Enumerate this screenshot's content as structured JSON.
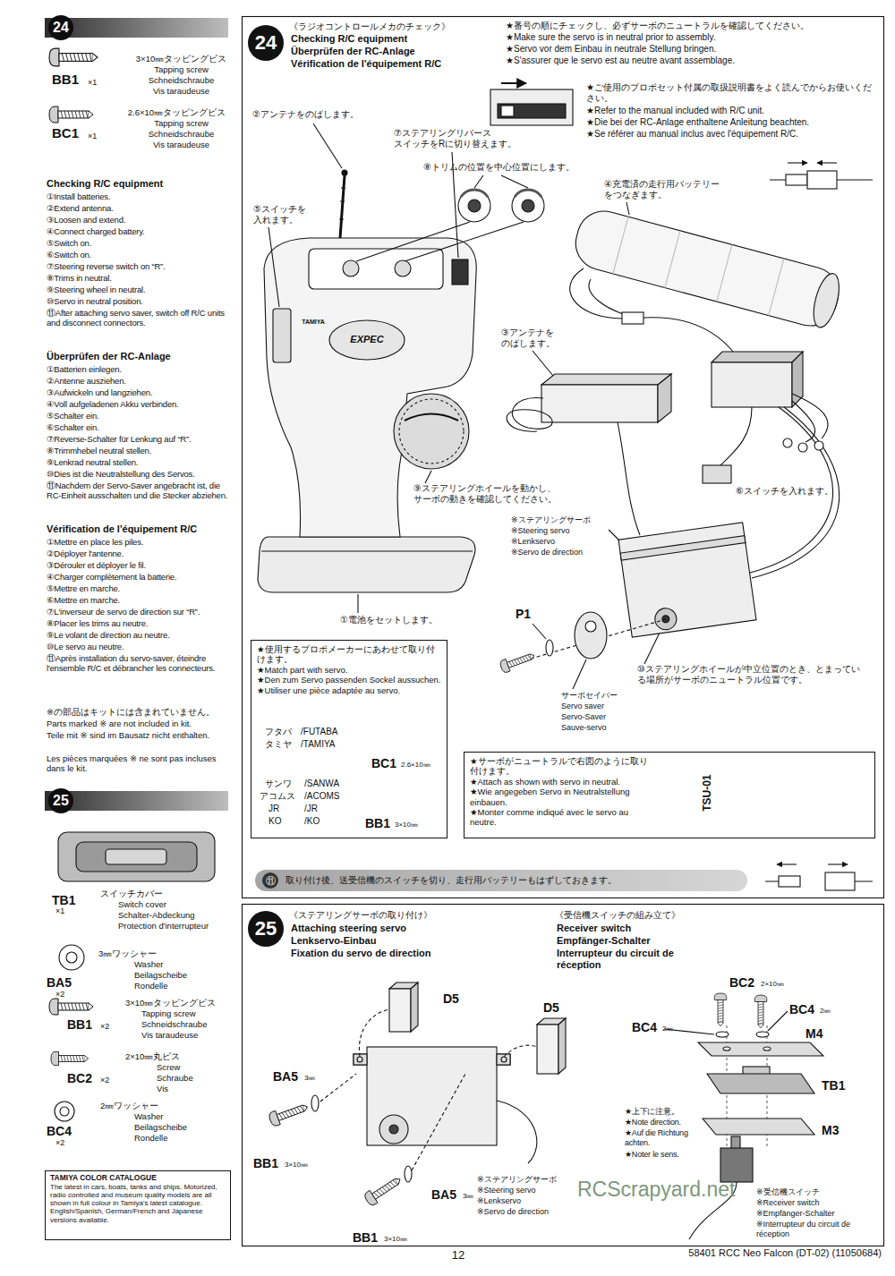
{
  "diagram": {
    "nodes": [
      {
        "text": [
          "24"
        ]
      },
      {
        "text": [
          "25"
        ]
      },
      {
        "text": [
          "TAMIYA COLOR CATALOGUE",
          "The latest in cars, boats, tanks and ships. Motorized, radio controlled and museum quality models are all shown in full colour in Tamiya's latest catalogue. English/Spanish, German/French and Japanese versions available."
        ]
      },
      {
        "text": [
          "24"
        ]
      },
      {
        "text": [
          "★使用するプロポメーカーにあわせて取り付けます。",
          "★Match part with servo.",
          "★Den zum Servo passenden Sockel aussuchen.",
          "★Utiliser une pièce adaptée au servo."
        ]
      },
      {
        "text": [
          "★サーボがニュートラルで右図のように取り付けます。",
          "★Attach as shown with servo in neutral.",
          "★Wie angegeben Servo in Neutralstellung einbauen.",
          "★Monter comme indiqué avec le servo au neutre."
        ]
      },
      {
        "text": [
          "⑪",
          "取り付け後、送受信機のスイッチを切り、走行用バッテリーもはずしておきます。"
        ]
      },
      {
        "text": [
          "25"
        ]
      }
    ],
    "labels": [
      "BB1",
      "×1",
      "3×10㎜タッピングビス",
      "Tapping screw",
      "Schneidschraube",
      "Vis taraudeuse",
      "BC1",
      "×1",
      "2.6×10㎜タッピングビス",
      "Tapping screw",
      "Schneidschraube",
      "Vis taraudeuse",
      "Checking R/C equipment",
      "①Install batteries.",
      "②Extend antenna.",
      "③Loosen and extend.",
      "④Connect charged battery.",
      "⑤Switch on.",
      "⑥Switch on.",
      "⑦Steering reverse switch on “R”.",
      "⑧Trims in neutral.",
      "⑨Steering wheel in neutral.",
      "⑩Servo in neutral position.",
      "⑪After attaching servo saver, switch off R/C units and disconnect connectors.",
      "Überprüfen der RC-Anlage",
      "①Batterien einlegen.",
      "②Antenne ausziehen.",
      "③Aufwickeln und langziehen.",
      "④Voll aufgeladenen Akku verbinden.",
      "⑤Schalter ein.",
      "⑥Schalter ein.",
      "⑦Reverse-Schalter für Lenkung auf “R”.",
      "⑧Trimmhebel neutral stellen.",
      "⑨Lenkrad neutral stellen.",
      "⑩Dies ist die Neutralstellung des Servos.",
      "⑪Nachdem der Servo-Saver angebracht ist, die RC-Einheit ausschalten und die Stecker abziehen.",
      "Vérification de l'équipement R/C",
      "①Mettre en place les piles.",
      "②Déployer l'antenne.",
      "③Dérouler et déployer le fil.",
      "④Charger complètement la batterie.",
      "⑤Mettre en marche.",
      "⑥Mettre en marche.",
      "⑦L'inverseur de servo de direction sur “R”.",
      "⑧Placer les trims au neutre.",
      "⑨Le volant de direction au neutre.",
      "⑩Le servo au neutre.",
      "⑪Après installation du servo-saver, éteindre l'ensemble R/C et débrancher les connecteurs.",
      "※の部品はキットには含まれていません。",
      "Parts marked ※ are not included in kit.",
      "Teile mit ※ sind im Bausatz nicht enthalten.",
      "Les pièces marquées ※ ne sont pas incluses dans le kit.",
      "TB1",
      "×1",
      "スイッチカバー",
      "Switch cover",
      "Schalter-Abdeckung",
      "Protection d'interrupteur",
      "BA5",
      "×2",
      "3㎜ワッシャー",
      "Washer",
      "Beilagscheibe",
      "Rondelle",
      "BB1",
      "×2",
      "3×10㎜タッピングビス",
      "Tapping screw",
      "Schneidschraube",
      "Vis taraudeuse",
      "BC2",
      "×2",
      "2×10㎜丸ビス",
      "Screw",
      "Schraube",
      "Vis",
      "BC4",
      "×2",
      "2㎜ワッシャー",
      "Washer",
      "Beilagscheibe",
      "Rondelle",
      "《ラジオコントロールメカのチェック》",
      "Checking R/C equipment",
      "Überprüfen der RC-Anlage",
      "Vérification de l'équipement R/C",
      "★番号の順にチェックし、必ずサーボのニュートラルを確認してください。",
      "★Make sure the servo is in neutral prior to assembly.",
      "★Servo vor dem Einbau in neutrale Stellung bringen.",
      "★S'assurer que le servo est au neutre avant assemblage.",
      "★ご使用のプロポセット付属の取扱説明書をよく読んでからお使いください。",
      "★Refer to the manual included with R/C unit.",
      "★Die bei der RC-Anlage enthaltene Anleitung beachten.",
      "★Se référer au manual inclus avec l'équipement R/C.",
      "②アンテナをのばします。",
      "⑦ステアリングリバース スイッチをRに切り替えます。",
      "⑤スイッチを 入れます。",
      "⑧トリムの位置を中心位置にします。",
      "④充電済の走行用バッテリー をつなぎます。",
      "③アンテナを のばします。",
      "⑨ステアリングホイールを動かし、 サーボの動きを確認してください。",
      "⑥スイッチを入れます。",
      "①電池をセットします。",
      "※ステアリングサーボ",
      "※Steering servo",
      "※Lenkservo",
      "※Servo de direction",
      "P1",
      "⑩ステアリングホイールが中立位置のとき、とまっている場所がサーボのニュートラル位置です。",
      "サーボセイバー",
      "Servo saver",
      "Servo-Saver",
      "Sauve-servo",
      "TAMIYA",
      "EXPEC",
      "フタバ",
      "/FUTABA",
      "タミヤ",
      "/TAMIYA",
      "BC1",
      "2.6×10㎜",
      "サンワ",
      "アコムス",
      "JR",
      "KO",
      "/SANWA",
      "/ACOMS",
      "/JR",
      "/KO",
      "BB1",
      "3×10㎜",
      "TSU-01",
      "《ステアリングサーボの取り付け》",
      "Attaching steering servo",
      "Lenkservo-Einbau",
      "Fixation du servo de direction",
      "《受信機スイッチの組み立て》",
      "Receiver switch",
      "Empfänger-Schalter",
      "Interrupteur du circuit de réception",
      "D5",
      "D5",
      "BA5",
      "3㎜",
      "BB1",
      "3×10㎜",
      "BA5",
      "3㎜",
      "BB1",
      "3×10㎜",
      "※ステアリングサーボ",
      "※Steering servo",
      "※Lenkservo",
      "※Servo de direction",
      "BC2",
      "2×10㎜",
      "BC4",
      "2㎜",
      "BC4",
      "2㎜",
      "M4",
      "TB1",
      "M3",
      "★上下に注意。",
      "★Note direction.",
      "★Auf die Richtung achten.",
      "★Noter le sens.",
      "※受信機スイッチ",
      "※Receiver switch",
      "※Empfänger-Schalter",
      "※Interrupteur du circuit de réception",
      "RCScrapyard.net",
      "12",
      "58401 RCC Neo Falcon (DT-02) (11050684)"
    ]
  }
}
